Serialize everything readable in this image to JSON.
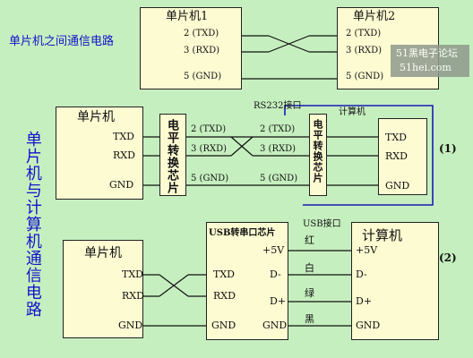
{
  "title_top": "单片机之间通信电路",
  "title_side": "单片机与计算机通信电路",
  "watermark": {
    "line1": "51黑电子论坛",
    "line2": "51hei.com"
  },
  "section1": {
    "mcu1": "单片机1",
    "mcu2": "单片机2",
    "txd": "2 (TXD)",
    "rxd": "3 (RXD)",
    "gnd": "5 (GND)"
  },
  "section2": {
    "mcu": "单片机",
    "computer": "计算机",
    "chip": "电平转换芯片",
    "rs232": "RS232接口",
    "txd": "TXD",
    "rxd": "RXD",
    "gnd": "GND",
    "pin2": "2 (TXD)",
    "pin3": "3 (RXD)",
    "pin5": "5 (GND)",
    "tag": "(1)"
  },
  "section3": {
    "mcu": "单片机",
    "computer": "计算机",
    "chip_title": "USB转串口芯片",
    "usb_port": "USB接口",
    "txd": "TXD",
    "rxd": "RXD",
    "gnd": "GND",
    "p5v": "+5V",
    "dminus": "D-",
    "dplus": "D+",
    "wire_red": "红",
    "wire_white": "白",
    "wire_green": "绿",
    "wire_black": "黑",
    "tag": "(2)"
  },
  "colors": {
    "background": "#c6efbf",
    "box_fill": "#fdfbd2",
    "title_blue": "#1313c9",
    "frame_blue": "#1a1ab8"
  }
}
